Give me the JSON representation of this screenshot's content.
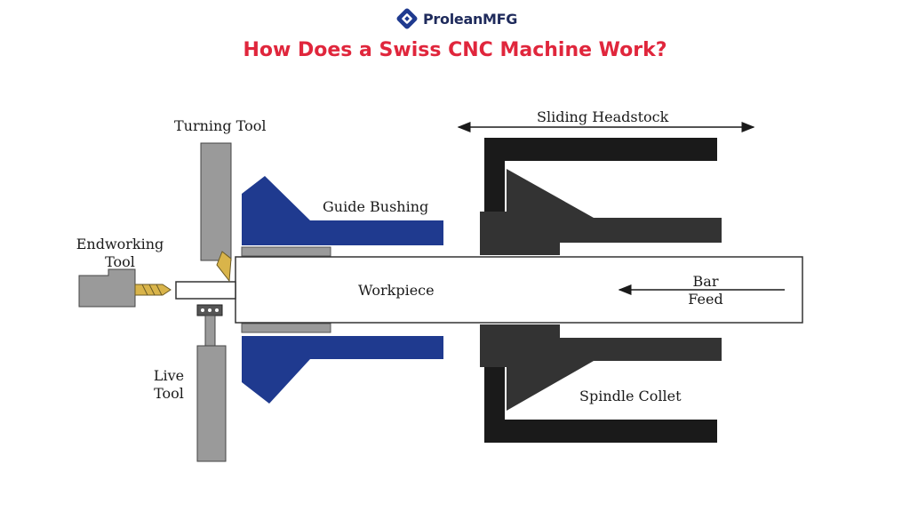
{
  "brand": {
    "name": "ProleanMFG",
    "logo_icon": "prolean-logo-icon"
  },
  "title": "How Does a Swiss CNC Machine Work?",
  "labels": {
    "turning_tool": "Turning Tool",
    "sliding_headstock": "Sliding Headstock",
    "guide_bushing": "Guide Bushing",
    "endworking_tool_line1": "Endworking",
    "endworking_tool_line2": "Tool",
    "workpiece": "Workpiece",
    "bar_feed_line1": "Bar",
    "bar_feed_line2": "Feed",
    "live_tool_line1": "Live",
    "live_tool_line2": "Tool",
    "spindle_collet": "Spindle Collet"
  },
  "colors": {
    "title": "#e0263c",
    "brand": "#1f2b5c",
    "guide_bushing": "#1f3a8f",
    "headstock": "#1a1a1a",
    "collet": "#333333",
    "tool_gray": "#9a9a9a",
    "drill_gold": "#d9b44a"
  }
}
